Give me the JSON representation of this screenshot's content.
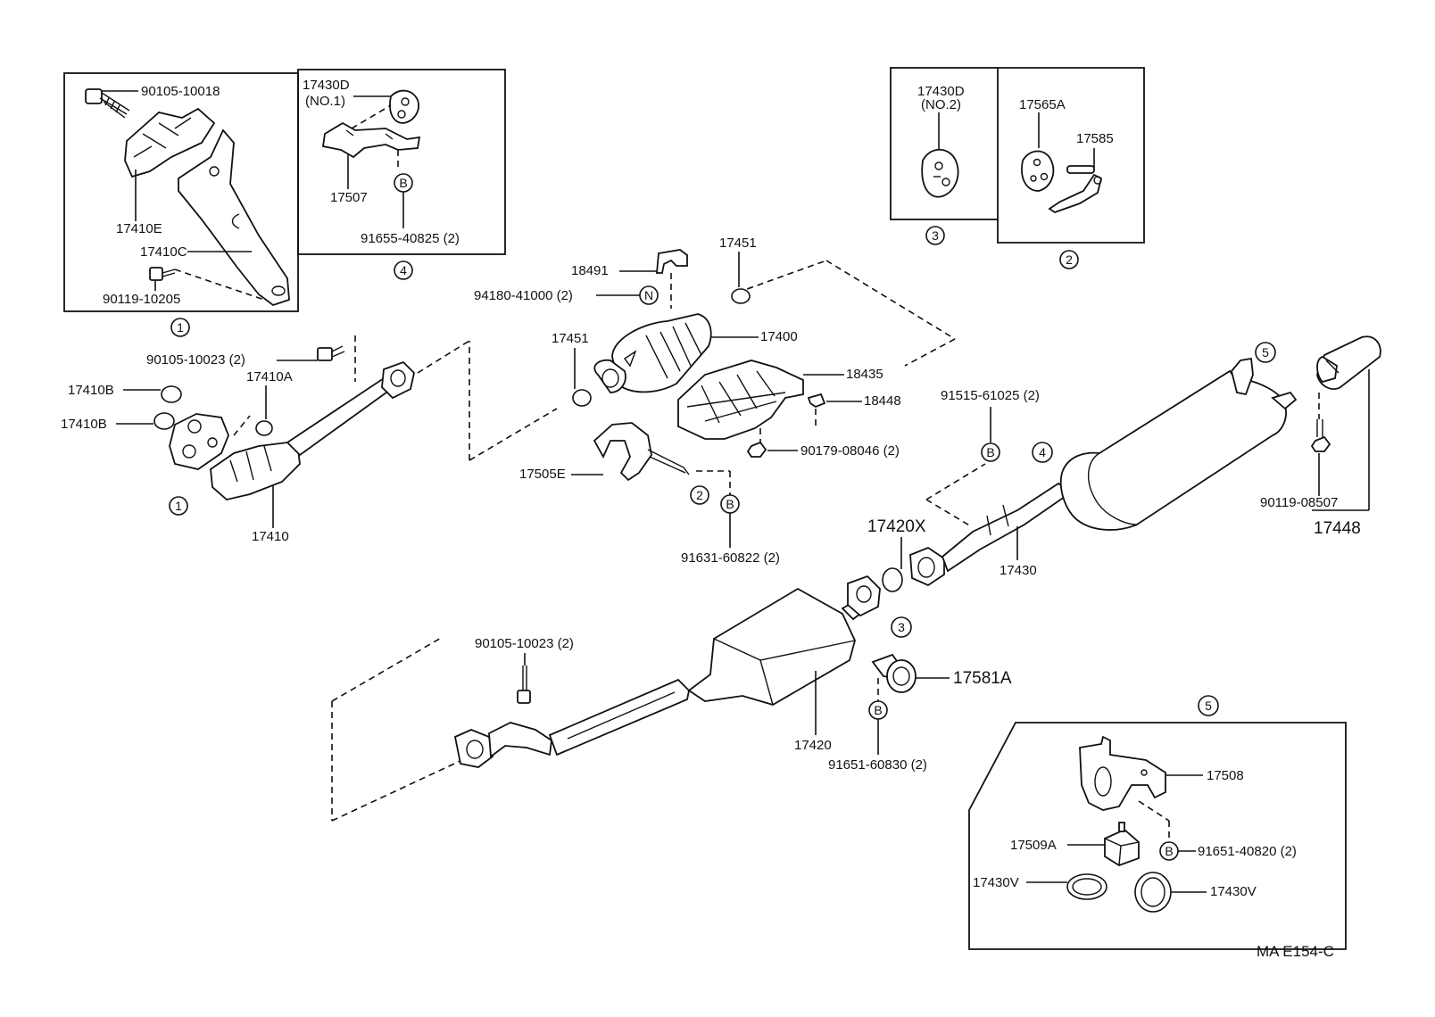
{
  "diagram_code": "MA E154-C",
  "parts": {
    "p_90105_10018": "90105-10018",
    "p_17410E": "17410E",
    "p_17410C": "17410C",
    "p_90119_10205": "90119-10205",
    "p_17430D_1": "17430D",
    "p_17430D_1_sub": "(NO.1)",
    "p_17507": "17507",
    "p_91655_40825": "91655-40825 (2)",
    "p_17430D_2": "17430D",
    "p_17430D_2_sub": "(NO.2)",
    "p_17565A": "17565A",
    "p_17585": "17585",
    "p_17451_top": "17451",
    "p_18491": "18491",
    "p_94180_41000": "94180-41000 (2)",
    "p_17451_left": "17451",
    "p_17400": "17400",
    "p_18435": "18435",
    "p_18448": "18448",
    "p_90179_08046": "90179-08046 (2)",
    "p_17505E": "17505E",
    "p_91631_60822": "91631-60822 (2)",
    "p_90105_10023_a": "90105-10023 (2)",
    "p_17410A": "17410A",
    "p_17410B_1": "17410B",
    "p_17410B_2": "17410B",
    "p_17410": "17410",
    "p_91515_61025": "91515-61025 (2)",
    "p_17420X": "17420X",
    "p_17430": "17430",
    "p_90119_08507": "90119-08507",
    "p_17448": "17448",
    "p_90105_10023_b": "90105-10023 (2)",
    "p_17420": "17420",
    "p_17581A": "17581A",
    "p_91651_60830": "91651-60830 (2)",
    "p_17508": "17508",
    "p_17509A": "17509A",
    "p_91651_40820": "91651-40820 (2)",
    "p_17430V_1": "17430V",
    "p_17430V_2": "17430V"
  },
  "markers": {
    "m1_top": "1",
    "m1_low": "1",
    "m4_box": "4",
    "m3_box": "3",
    "m2_box": "2",
    "m2_mid": "2",
    "m5_top": "5",
    "m4_mid": "4",
    "m3_mid": "3",
    "m5_box": "5",
    "b1": "B",
    "b2": "B",
    "b3": "B",
    "b4": "B",
    "b5": "B",
    "n1": "N"
  }
}
